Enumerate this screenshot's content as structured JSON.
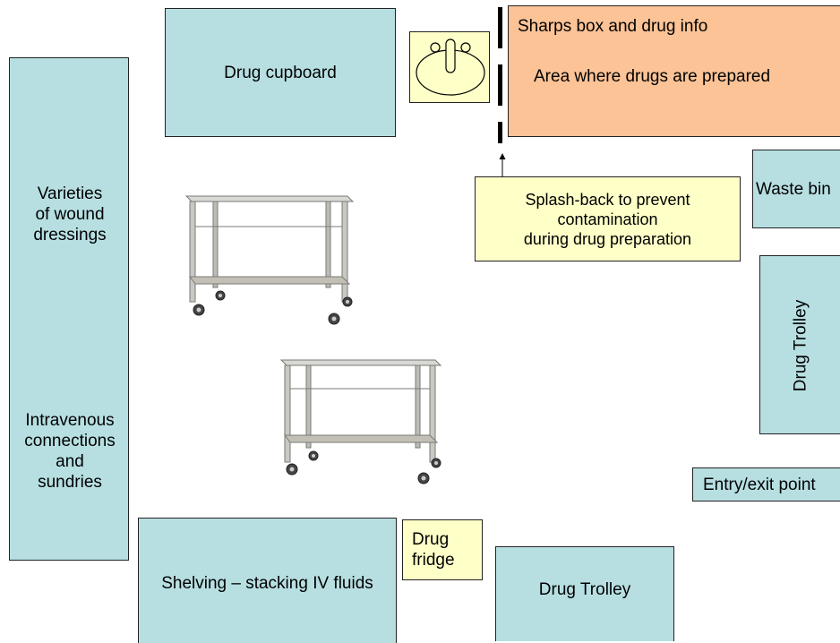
{
  "layout": {
    "drug_cupboard": "Drug cupboard",
    "prep_area": {
      "header": "Sharps box and drug info",
      "label": "Area where drugs are prepared"
    },
    "splash_note": "Splash-back to prevent\ncontamination\nduring drug preparation",
    "waste_bin": "Waste bin",
    "drug_trolley_right": "Drug Trolley",
    "entry_exit": "Entry/exit point",
    "left_shelf": {
      "top_label": "Varieties\nof wound\ndressings",
      "bottom_label": "Intravenous\nconnections\nand\nsundries"
    },
    "shelving": "Shelving – stacking IV fluids",
    "drug_fridge": "Drug\nfridge",
    "drug_trolley_bottom": "Drug Trolley"
  },
  "colors": {
    "teal": "#b7dfe2",
    "yellow": "#ffffc8",
    "orange": "#fbc396"
  },
  "icons": [
    "sink-icon",
    "trolley-icon"
  ]
}
